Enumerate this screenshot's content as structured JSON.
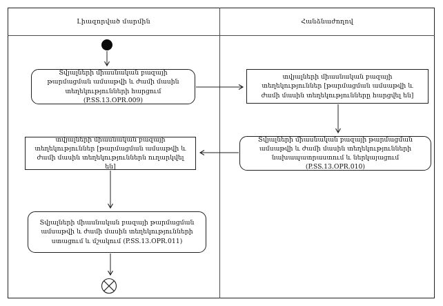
{
  "diagram": {
    "type": "activity-diagram",
    "lanes": [
      {
        "label": "Լիազորված մարմին"
      },
      {
        "label": "Հանձնաժողով"
      }
    ],
    "nodes": [
      {
        "id": "activity-opr-009",
        "shape": "rounded-activity",
        "lane": 0,
        "label": "Տվյալների միասնական բազայի թարմացման ամսաթվի և ժամի մասին տեղեկությունների հարցում (P.SS.13.OPR.009)"
      },
      {
        "id": "object-info-requested",
        "shape": "rectangle-object",
        "lane": 1,
        "label": "տվյալների միասնական բազայի տեղեկություններ [թարմացման ամսաթվի և ժամի մասին տեղեկությունները հարցվել են]"
      },
      {
        "id": "activity-opr-010",
        "shape": "rounded-activity",
        "lane": 1,
        "label": "Տվյալների միասնական բազայի թարմացման ամսաթվի և ժամի մասին տեղեկությունների նախապատրաստում և ներկայացում (P.SS.13.OPR.010)"
      },
      {
        "id": "object-info-sent",
        "shape": "rectangle-object",
        "lane": 0,
        "label": "տվյալների միասնական բազայի տեղեկություններ [թարմացման ամսաթվի և ժամի մասին տեղեկություններն ուղարկվել են]"
      },
      {
        "id": "activity-opr-011",
        "shape": "rounded-activity",
        "lane": 0,
        "label": "Տվյալների միասնական բազայի թարմացման ամսաթվի և ժամի մասին տեղեկությունների ստացում և մշակում (P.SS.13.OPR.011)"
      }
    ],
    "symbols": {
      "start": "initial-node-filled-circle",
      "end": "flow-final-node-circled-x"
    },
    "flow_order": [
      "initial-node",
      "activity-opr-009",
      "object-info-requested",
      "activity-opr-010",
      "object-info-sent",
      "activity-opr-011",
      "flow-final-node"
    ],
    "colors": {
      "line": "#1f1f1f",
      "background": "#ffffff"
    }
  }
}
